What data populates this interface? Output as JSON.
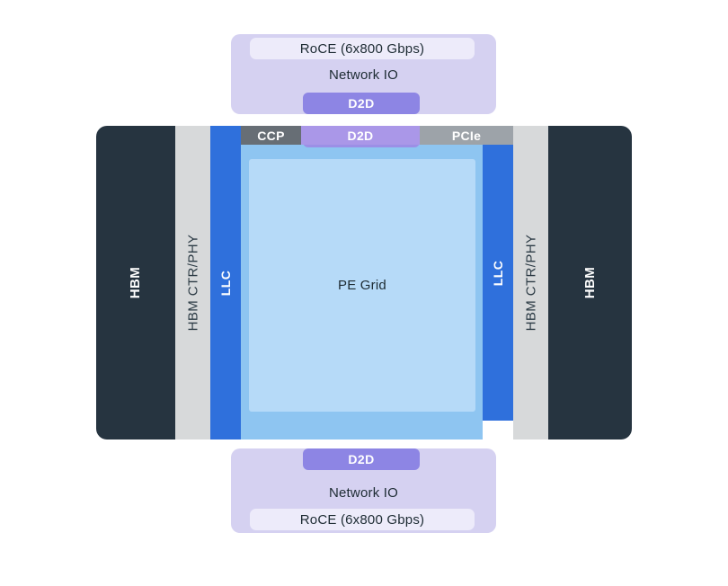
{
  "colors": {
    "background": "#ffffff",
    "panel": "#d5d1f1",
    "roce_pill": "#edebfa",
    "d2d_panel": "#8d85e4",
    "d2d_chip": "#9c8fe6",
    "d2d_strip": "#aa97e8",
    "hbm": "#263440",
    "ctr_phy": "#d7d9da",
    "llc": "#2f70dc",
    "pe_outer": "#8ec5f1",
    "pe_inner": "#b6daf8",
    "ccp": "#676e75",
    "pcie": "#9da3a9",
    "text_dark": "#1d2b33",
    "text_light": "#ffffff"
  },
  "top_io": {
    "roce": "RoCE (6x800 Gbps)",
    "network": "Network IO",
    "d2d": "D2D"
  },
  "bottom_io": {
    "d2d": "D2D",
    "network": "Network IO",
    "roce": "RoCE (6x800 Gbps)"
  },
  "chip": {
    "hbm_left": "HBM",
    "hbm_ctr_phy_left": "HBM CTR/PHY",
    "llc_left": "LLC",
    "d2d_top": "D2D",
    "pe_grid": "PE Grid",
    "ccp": "CCP",
    "d2d_bottom": "D2D",
    "pcie": "PCIe",
    "llc_right": "LLC",
    "hbm_ctr_phy_right": "HBM CTR/PHY",
    "hbm_right": "HBM"
  }
}
